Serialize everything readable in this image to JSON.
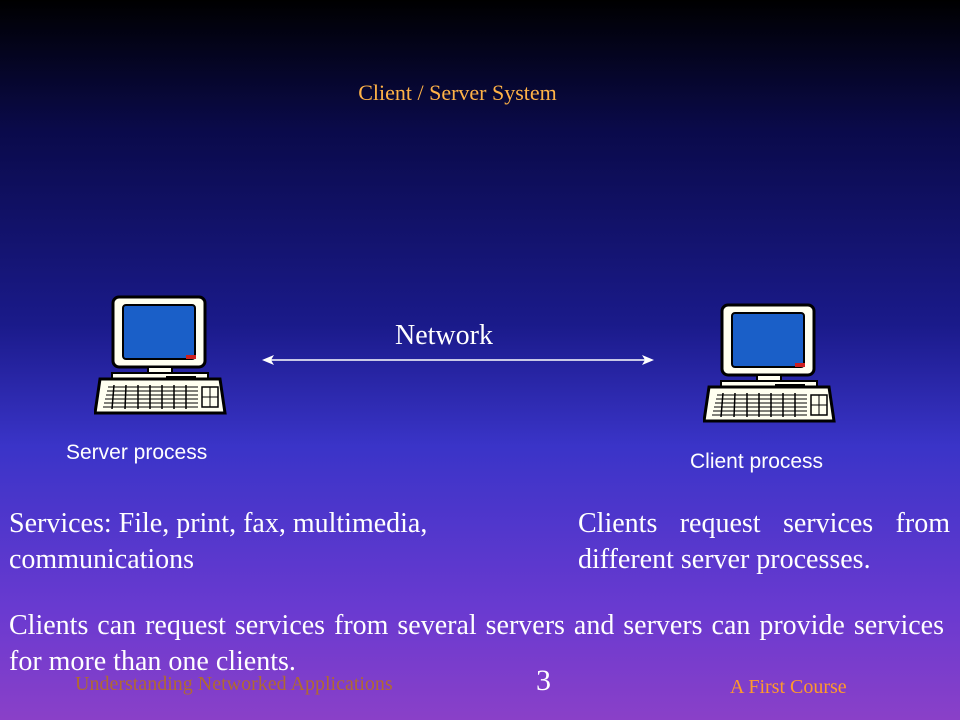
{
  "slide": {
    "title": "Client / Server System",
    "network_label": "Network",
    "server_caption": "Server process",
    "client_caption": "Client process",
    "services_text": "Services: File, print, fax, multimedia, communications",
    "clients_text": "Clients request services from different server processes.",
    "bottom_text": "Clients can request services from several servers and servers can provide services for more than one clients.",
    "page_number": "3",
    "footer_left": "Understanding Networked Applications",
    "footer_right": "A First Course"
  },
  "icons": {
    "server": "desktop-computer-icon",
    "client": "desktop-computer-icon",
    "connection": "double-arrow-icon"
  },
  "colors": {
    "title": "#ffb347",
    "footer_left": "#b06a30",
    "footer_right": "#ff9a2a",
    "screen": "#1a5fc8",
    "text": "#ffffff"
  }
}
